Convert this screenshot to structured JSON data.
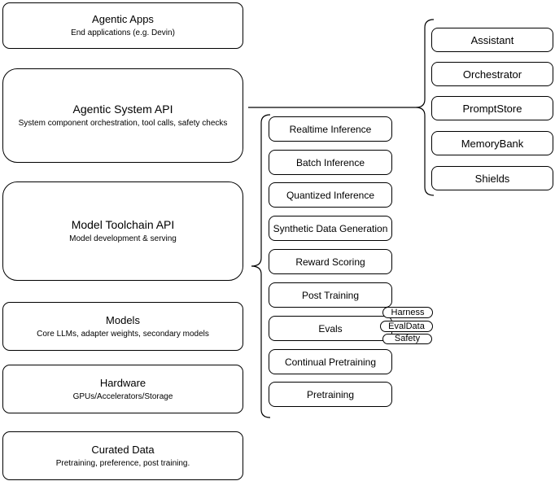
{
  "diagram": {
    "left_stack": [
      {
        "title": "Agentic Apps",
        "subtitle": "End applications (e.g. Devin)"
      },
      {
        "title": "Agentic System API",
        "subtitle": "System component orchestration, tool calls, safety checks"
      },
      {
        "title": "Model Toolchain API",
        "subtitle": "Model development & serving"
      },
      {
        "title": "Models",
        "subtitle": "Core LLMs, adapter weights, secondary models"
      },
      {
        "title": "Hardware",
        "subtitle": "GPUs/Accelerators/Storage"
      },
      {
        "title": "Curated Data",
        "subtitle": "Pretraining, preference, post training."
      }
    ],
    "toolchain_group": {
      "items": [
        "Realtime Inference",
        "Batch Inference",
        "Quantized Inference",
        "Synthetic Data Generation",
        "Reward Scoring",
        "Post Training",
        "Evals",
        "Continual Pretraining",
        "Pretraining"
      ]
    },
    "eval_tags": [
      "Harness",
      "EvalData",
      "Safety"
    ],
    "system_group": {
      "items": [
        "Assistant",
        "Orchestrator",
        "PromptStore",
        "MemoryBank",
        "Shields"
      ]
    },
    "colors": {
      "stroke": "#000000",
      "fill": "#ffffff",
      "text": "#000000"
    }
  }
}
